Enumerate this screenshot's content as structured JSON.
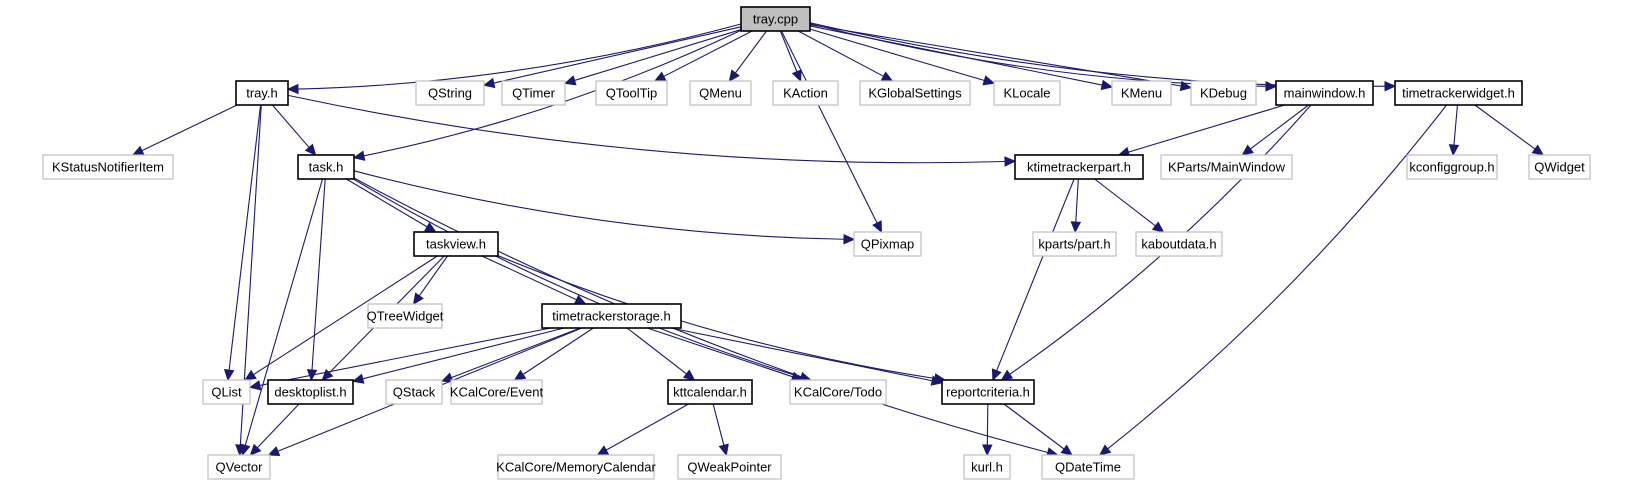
{
  "graph": {
    "title": "tray.cpp include dependency graph",
    "colors": {
      "edge": "#191970",
      "root_fill": "#bfbfbf",
      "internal_border": "#000000",
      "external_border": "#bfbfbf"
    },
    "nodes": [
      {
        "id": "tray_cpp",
        "label": "tray.cpp",
        "kind": "root"
      },
      {
        "id": "tray_h",
        "label": "tray.h",
        "kind": "internal"
      },
      {
        "id": "QString",
        "label": "QString",
        "kind": "external"
      },
      {
        "id": "QTimer",
        "label": "QTimer",
        "kind": "external"
      },
      {
        "id": "QToolTip",
        "label": "QToolTip",
        "kind": "external"
      },
      {
        "id": "QMenu",
        "label": "QMenu",
        "kind": "external"
      },
      {
        "id": "KAction",
        "label": "KAction",
        "kind": "external"
      },
      {
        "id": "KGlobalSettings",
        "label": "KGlobalSettings",
        "kind": "external"
      },
      {
        "id": "KLocale",
        "label": "KLocale",
        "kind": "external"
      },
      {
        "id": "KMenu",
        "label": "KMenu",
        "kind": "external"
      },
      {
        "id": "KDebug",
        "label": "KDebug",
        "kind": "external"
      },
      {
        "id": "mainwindow_h",
        "label": "mainwindow.h",
        "kind": "internal"
      },
      {
        "id": "timetrackerwidget_h",
        "label": "timetrackerwidget.h",
        "kind": "internal"
      },
      {
        "id": "KStatusNotifierItem",
        "label": "KStatusNotifierItem",
        "kind": "external"
      },
      {
        "id": "task_h",
        "label": "task.h",
        "kind": "internal"
      },
      {
        "id": "ktimetrackerpart_h",
        "label": "ktimetrackerpart.h",
        "kind": "internal"
      },
      {
        "id": "KPartsMainWindow",
        "label": "KParts/MainWindow",
        "kind": "external"
      },
      {
        "id": "kconfiggroup_h",
        "label": "kconfiggroup.h",
        "kind": "external"
      },
      {
        "id": "QWidget",
        "label": "QWidget",
        "kind": "external"
      },
      {
        "id": "taskview_h",
        "label": "taskview.h",
        "kind": "internal"
      },
      {
        "id": "QPixmap",
        "label": "QPixmap",
        "kind": "external"
      },
      {
        "id": "kparts_part_h",
        "label": "kparts/part.h",
        "kind": "external"
      },
      {
        "id": "kaboutdata_h",
        "label": "kaboutdata.h",
        "kind": "external"
      },
      {
        "id": "QTreeWidget",
        "label": "QTreeWidget",
        "kind": "external"
      },
      {
        "id": "timetrackerstorage_h",
        "label": "timetrackerstorage.h",
        "kind": "internal"
      },
      {
        "id": "QList",
        "label": "QList",
        "kind": "external"
      },
      {
        "id": "desktoplist_h",
        "label": "desktoplist.h",
        "kind": "internal"
      },
      {
        "id": "QStack",
        "label": "QStack",
        "kind": "external"
      },
      {
        "id": "KCalCoreEvent",
        "label": "KCalCore/Event",
        "kind": "external"
      },
      {
        "id": "kttcalendar_h",
        "label": "kttcalendar.h",
        "kind": "internal"
      },
      {
        "id": "KCalCoreTodo",
        "label": "KCalCore/Todo",
        "kind": "external"
      },
      {
        "id": "reportcriteria_h",
        "label": "reportcriteria.h",
        "kind": "internal"
      },
      {
        "id": "QVector",
        "label": "QVector",
        "kind": "external"
      },
      {
        "id": "KCalCoreMemoryCalendar",
        "label": "KCalCore/MemoryCalendar",
        "kind": "external"
      },
      {
        "id": "QWeakPointer",
        "label": "QWeakPointer",
        "kind": "external"
      },
      {
        "id": "kurl_h",
        "label": "kurl.h",
        "kind": "external"
      },
      {
        "id": "QDateTime",
        "label": "QDateTime",
        "kind": "external"
      }
    ],
    "edges": [
      [
        "tray_cpp",
        "tray_h"
      ],
      [
        "tray_cpp",
        "QString"
      ],
      [
        "tray_cpp",
        "QTimer"
      ],
      [
        "tray_cpp",
        "QToolTip"
      ],
      [
        "tray_cpp",
        "QMenu"
      ],
      [
        "tray_cpp",
        "KAction"
      ],
      [
        "tray_cpp",
        "KGlobalSettings"
      ],
      [
        "tray_cpp",
        "KLocale"
      ],
      [
        "tray_cpp",
        "KMenu"
      ],
      [
        "tray_cpp",
        "KDebug"
      ],
      [
        "tray_cpp",
        "mainwindow_h"
      ],
      [
        "tray_cpp",
        "timetrackerwidget_h"
      ],
      [
        "tray_cpp",
        "task_h"
      ],
      [
        "tray_cpp",
        "QPixmap"
      ],
      [
        "tray_h",
        "KStatusNotifierItem"
      ],
      [
        "tray_h",
        "task_h"
      ],
      [
        "tray_h",
        "ktimetrackerpart_h"
      ],
      [
        "tray_h",
        "QList"
      ],
      [
        "tray_h",
        "QVector"
      ],
      [
        "task_h",
        "taskview_h"
      ],
      [
        "task_h",
        "QPixmap"
      ],
      [
        "task_h",
        "desktoplist_h"
      ],
      [
        "task_h",
        "QVector"
      ],
      [
        "task_h",
        "KCalCoreTodo"
      ],
      [
        "task_h",
        "QDateTime"
      ],
      [
        "mainwindow_h",
        "ktimetrackerpart_h"
      ],
      [
        "mainwindow_h",
        "KPartsMainWindow"
      ],
      [
        "mainwindow_h",
        "reportcriteria_h"
      ],
      [
        "timetrackerwidget_h",
        "kconfiggroup_h"
      ],
      [
        "timetrackerwidget_h",
        "QWidget"
      ],
      [
        "timetrackerwidget_h",
        "QDateTime"
      ],
      [
        "ktimetrackerpart_h",
        "kparts_part_h"
      ],
      [
        "ktimetrackerpart_h",
        "kaboutdata_h"
      ],
      [
        "ktimetrackerpart_h",
        "reportcriteria_h"
      ],
      [
        "taskview_h",
        "QTreeWidget"
      ],
      [
        "taskview_h",
        "timetrackerstorage_h"
      ],
      [
        "taskview_h",
        "QList"
      ],
      [
        "taskview_h",
        "desktoplist_h"
      ],
      [
        "taskview_h",
        "reportcriteria_h"
      ],
      [
        "timetrackerstorage_h",
        "QList"
      ],
      [
        "timetrackerstorage_h",
        "desktoplist_h"
      ],
      [
        "timetrackerstorage_h",
        "QStack"
      ],
      [
        "timetrackerstorage_h",
        "KCalCoreEvent"
      ],
      [
        "timetrackerstorage_h",
        "kttcalendar_h"
      ],
      [
        "timetrackerstorage_h",
        "KCalCoreTodo"
      ],
      [
        "timetrackerstorage_h",
        "reportcriteria_h"
      ],
      [
        "timetrackerstorage_h",
        "QVector"
      ],
      [
        "desktoplist_h",
        "QVector"
      ],
      [
        "kttcalendar_h",
        "KCalCoreMemoryCalendar"
      ],
      [
        "kttcalendar_h",
        "QWeakPointer"
      ],
      [
        "reportcriteria_h",
        "kurl_h"
      ],
      [
        "reportcriteria_h",
        "QDateTime"
      ]
    ]
  }
}
